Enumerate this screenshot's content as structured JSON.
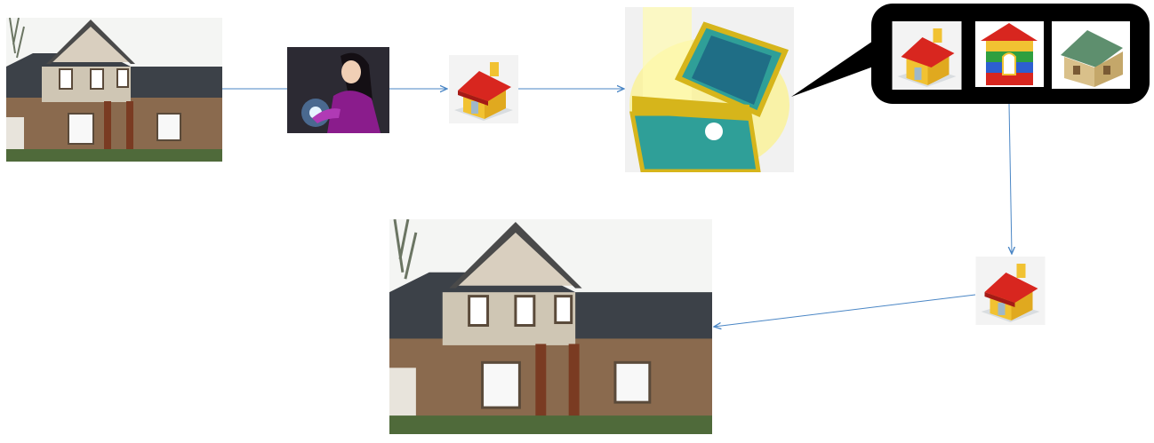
{
  "colors": {
    "arrow": "#4a86c5",
    "callout_bg": "#000000",
    "brick_wall": "#8a6a4e",
    "roof": "#3c4148",
    "siding": "#d9cfbf",
    "lego_red": "#d8261f",
    "lego_yellow": "#f1c232",
    "chest_teal": "#2f9f98",
    "chest_gold": "#d6b51b",
    "glow": "#fff36a",
    "robe_purple": "#8a1c8c"
  },
  "nodes": [
    {
      "id": "source-house",
      "icon": "house-photo-icon"
    },
    {
      "id": "sorceress",
      "icon": "sorceress-icon"
    },
    {
      "id": "toy-house",
      "icon": "toy-brick-house-icon"
    },
    {
      "id": "treasure-chest",
      "icon": "glowing-treasure-chest-icon"
    },
    {
      "id": "candidate-set",
      "icon": "speech-bubble-icon",
      "items": [
        "red-brick-house-icon",
        "rainbow-brick-house-icon",
        "wooden-model-house-icon"
      ]
    },
    {
      "id": "selected-toy-house",
      "icon": "toy-brick-house-icon"
    },
    {
      "id": "result-house",
      "icon": "house-photo-icon"
    }
  ]
}
